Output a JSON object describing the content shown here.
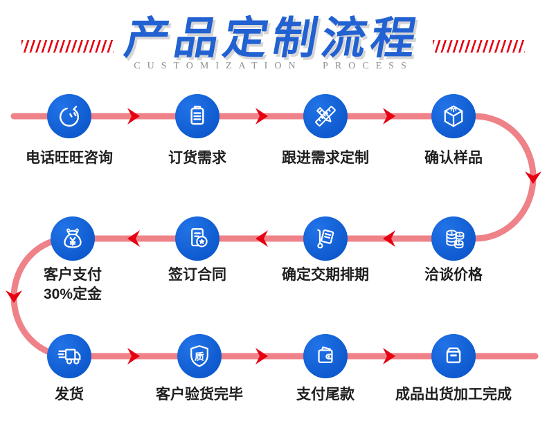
{
  "header": {
    "title": "产品定制流程",
    "subtitle": "CUSTOMIZATION PROCESS"
  },
  "colors": {
    "title_blue": "#2161d1",
    "circle_blue": "#0d59cd",
    "line_pink": "#ee8288",
    "arrow_red": "#e60012",
    "label_dark": "#1e1e1e",
    "subtitle_gray": "#8f8f8f"
  },
  "flow": {
    "shield_char": "质",
    "coin_symbol": "$",
    "steps": [
      {
        "label": "电话旺旺咨询",
        "icon": "wangwang-chat-icon"
      },
      {
        "label": "订货需求",
        "icon": "clipboard-icon"
      },
      {
        "label": "跟进需求定制",
        "icon": "ruler-pencil-icon"
      },
      {
        "label": "确认样品",
        "icon": "cube-sample-icon"
      },
      {
        "label": "洽谈价格",
        "icon": "coins-icon"
      },
      {
        "label": "确定交期排期",
        "icon": "trolley-icon"
      },
      {
        "label": "签订合同",
        "icon": "contract-seal-icon"
      },
      {
        "label": "客户支付\n30%定金",
        "icon": "money-bag-icon"
      },
      {
        "label": "发货",
        "icon": "truck-icon"
      },
      {
        "label": "客户验货完毕",
        "icon": "shield-quality-icon"
      },
      {
        "label": "支付尾款",
        "icon": "wallet-icon"
      },
      {
        "label": "成品出货加工完成",
        "icon": "storage-box-icon"
      }
    ]
  }
}
